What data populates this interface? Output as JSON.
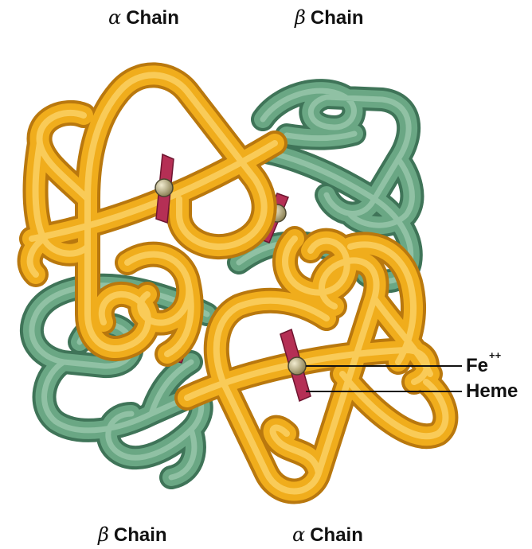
{
  "labels": {
    "top_left": {
      "greek": "α",
      "text": "Chain"
    },
    "top_right": {
      "greek": "β",
      "text": "Chain"
    },
    "bottom_left": {
      "greek": "β",
      "text": "Chain"
    },
    "bottom_right": {
      "greek": "α",
      "text": "Chain"
    },
    "iron": {
      "text": "Fe",
      "superscript": "++"
    },
    "heme": {
      "text": "Heme"
    }
  },
  "colors": {
    "alpha_chain": "#f0ad1c",
    "alpha_chain_light": "#fbd268",
    "alpha_chain_dark": "#b9780e",
    "beta_chain": "#6aa784",
    "beta_chain_light": "#9dcaaf",
    "beta_chain_dark": "#3f7458",
    "heme_group": "#b52f55",
    "iron_atom": "#c9be8a",
    "leader_line": "#111111"
  }
}
